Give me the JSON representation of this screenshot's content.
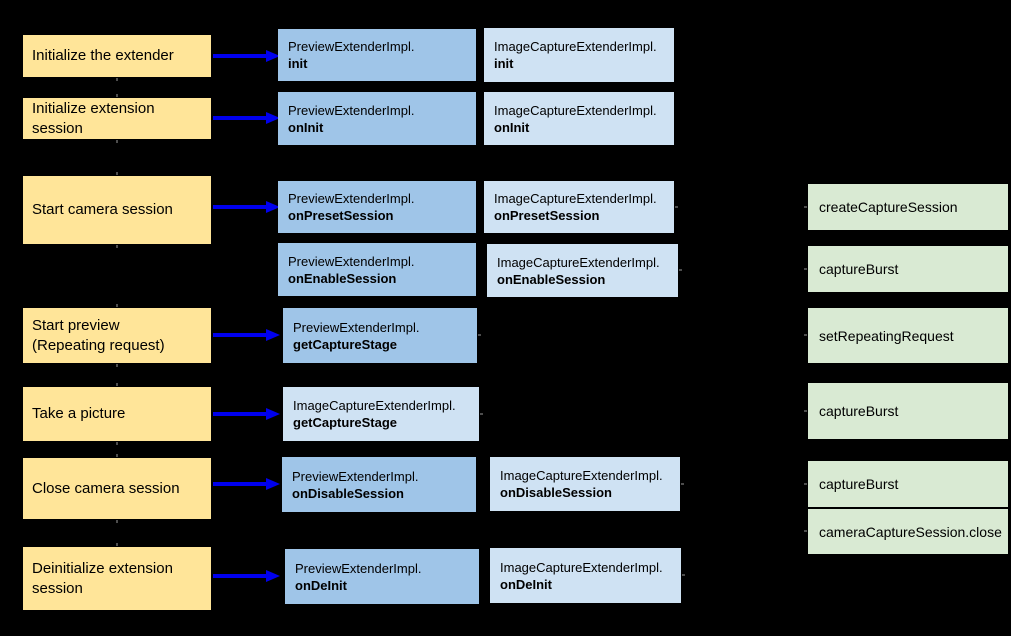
{
  "palette": {
    "background": "#000000",
    "yellow": "#ffe599",
    "blue": "#9fc5e8",
    "light_blue": "#cfe2f3",
    "green": "#d9ead3",
    "arrow": "#0000ee",
    "text": "#000000",
    "stub": "#4d4d4d"
  },
  "diagram": {
    "steps": [
      {
        "label": "Initialize the extender"
      },
      {
        "label": "Initialize extension\nsession"
      },
      {
        "label": "Start camera session"
      },
      {
        "label": "Start preview\n(Repeating request)"
      },
      {
        "label": "Take a picture"
      },
      {
        "label": "Close camera session"
      },
      {
        "label": "Deinitialize extension\nsession"
      }
    ],
    "extender_calls": [
      {
        "class_name": "PreviewExtenderImpl.",
        "method": "init"
      },
      {
        "class_name": "ImageCaptureExtenderImpl.",
        "method": "init"
      },
      {
        "class_name": "PreviewExtenderImpl.",
        "method": "onInit"
      },
      {
        "class_name": "ImageCaptureExtenderImpl.",
        "method": "onInit"
      },
      {
        "class_name": "PreviewExtenderImpl.",
        "method": "onPresetSession"
      },
      {
        "class_name": "ImageCaptureExtenderImpl.",
        "method": "onPresetSession"
      },
      {
        "class_name": "PreviewExtenderImpl.",
        "method": "onEnableSession"
      },
      {
        "class_name": "ImageCaptureExtenderImpl.",
        "method": "onEnableSession"
      },
      {
        "class_name": "PreviewExtenderImpl.",
        "method": "getCaptureStage"
      },
      {
        "class_name": "ImageCaptureExtenderImpl.",
        "method": "getCaptureStage"
      },
      {
        "class_name": "PreviewExtenderImpl.",
        "method": "onDisableSession"
      },
      {
        "class_name": "ImageCaptureExtenderImpl.",
        "method": "onDisableSession"
      },
      {
        "class_name": "PreviewExtenderImpl.",
        "method": "onDeInit"
      },
      {
        "class_name": "ImageCaptureExtenderImpl.",
        "method": "onDeInit"
      }
    ],
    "camera2_calls": [
      {
        "label": "createCaptureSession"
      },
      {
        "label": "captureBurst"
      },
      {
        "label": "setRepeatingRequest"
      },
      {
        "label": "captureBurst"
      },
      {
        "label": "captureBurst"
      },
      {
        "label": "cameraCaptureSession.close"
      }
    ]
  }
}
